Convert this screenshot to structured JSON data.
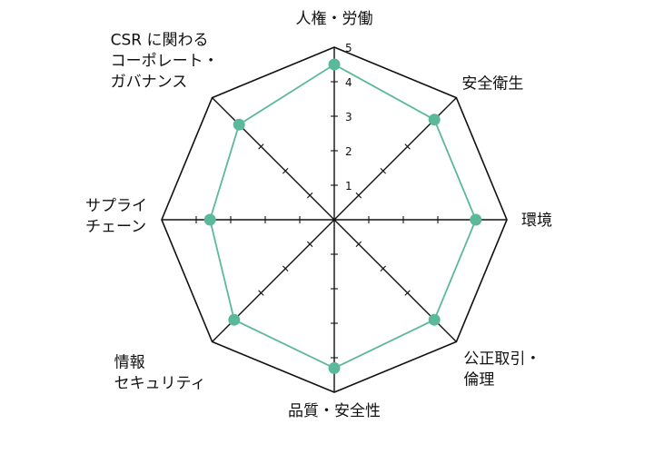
{
  "chart_data": {
    "type": "radar",
    "categories": [
      [
        "人権・労働"
      ],
      [
        "安全衛生"
      ],
      [
        "環境"
      ],
      [
        "公正取引・",
        "倫理"
      ],
      [
        "品質・安全性"
      ],
      [
        "情報",
        "セキュリティ"
      ],
      [
        "サプライ",
        "チェーン"
      ],
      [
        "CSR に関わる",
        "コーポレート・",
        "ガバナンス"
      ]
    ],
    "values": [
      4.5,
      4.1,
      4.1,
      4.1,
      4.3,
      4.1,
      3.6,
      3.9
    ],
    "rlim": [
      0,
      5
    ],
    "ticks": [
      "1",
      "2",
      "3",
      "4",
      "5"
    ],
    "colors": {
      "series": "#5cb89a",
      "outline": "#111111"
    }
  }
}
